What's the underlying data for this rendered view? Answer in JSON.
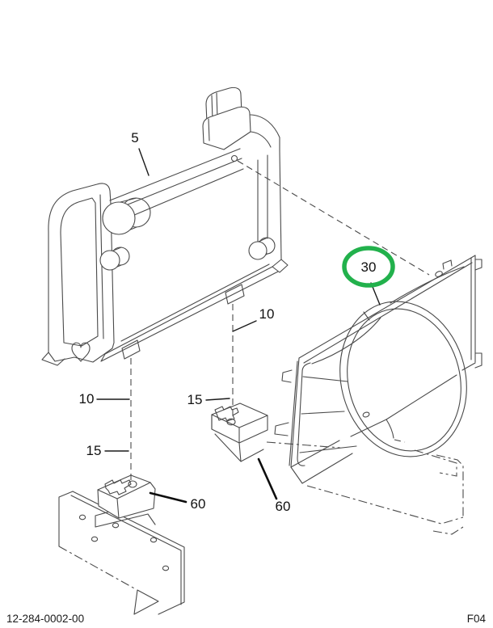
{
  "figure": {
    "type": "exploded-parts-diagram",
    "subject": "radiator and fan shroud mounting",
    "colors": {
      "background": "#ffffff",
      "line": "#4a4a4a",
      "label": "#111111",
      "highlight": "#22b14c"
    },
    "callouts": [
      {
        "label": "5",
        "part": "radiator-assembly",
        "highlighted": false
      },
      {
        "label": "30",
        "part": "fan-shroud",
        "highlighted": true
      },
      {
        "label": "10",
        "position": "left-drop-line",
        "highlighted": false
      },
      {
        "label": "15",
        "position": "left-drop-line",
        "highlighted": false
      },
      {
        "label": "10",
        "position": "center-drop-line",
        "highlighted": false
      },
      {
        "label": "15",
        "position": "center-drop-line",
        "highlighted": false
      },
      {
        "label": "60",
        "position": "left-bracket",
        "highlighted": false
      },
      {
        "label": "60",
        "position": "center-bracket",
        "highlighted": false
      }
    ],
    "highlight": {
      "callout": "30",
      "shape": "ellipse"
    }
  },
  "footer": {
    "document_number": "12-284-0002-00",
    "figure_code": "F04"
  }
}
